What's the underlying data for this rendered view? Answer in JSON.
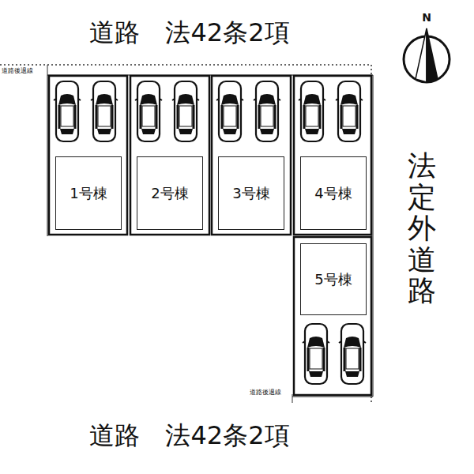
{
  "diagram": {
    "nodes": [
      {
        "text": [
          "1号棟"
        ]
      },
      {
        "text": [
          "2号棟"
        ]
      },
      {
        "text": [
          "3号棟"
        ]
      },
      {
        "text": [
          "4号棟"
        ]
      },
      {
        "text": [
          "5号棟"
        ]
      }
    ],
    "labels": [
      "道路　法42条2項",
      "道路後退線",
      "法定外道路",
      "道路　法42条2項",
      "道路後退線",
      "N"
    ]
  }
}
